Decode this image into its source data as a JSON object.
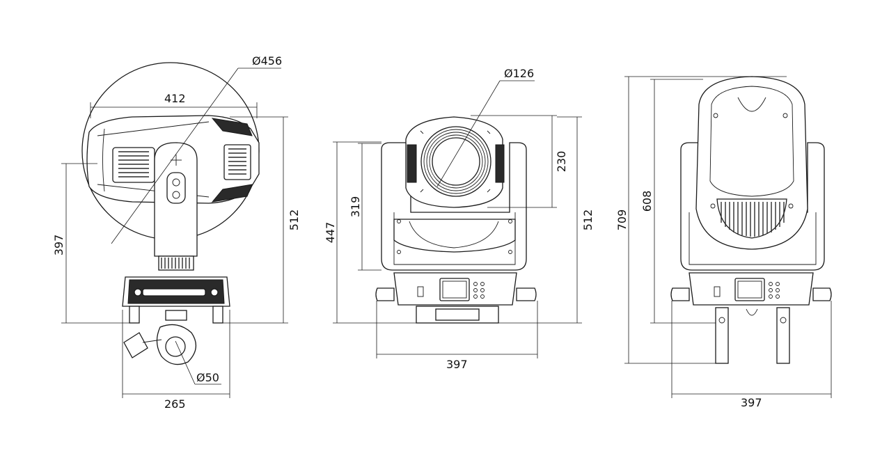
{
  "side_view": {
    "diameter_swing": "Ø456",
    "head_width": "412",
    "height_to_head_axis": "397",
    "total_height": "512",
    "base_width": "265",
    "clamp_diameter": "Ø50"
  },
  "front_view": {
    "lens_diameter": "Ø126",
    "lens_height": "230",
    "yoke_height": "319",
    "height_to_top_of_head": "447",
    "total_height": "512",
    "base_width": "397"
  },
  "rear_view": {
    "total_height_with_clamp": "709",
    "body_height": "608",
    "base_width": "397"
  }
}
